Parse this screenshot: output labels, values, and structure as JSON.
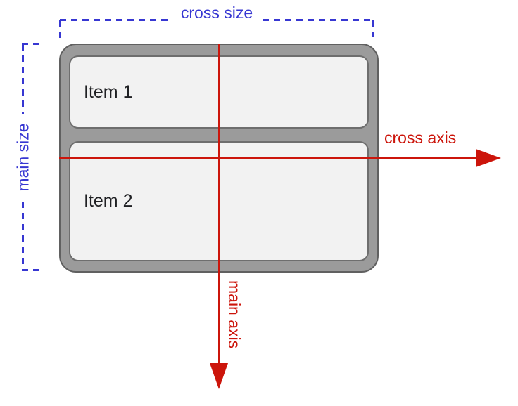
{
  "colors": {
    "measurement_blue": "#3737d2",
    "axis_red": "#cc150b",
    "container_fill": "#9b9b9b",
    "container_border": "#606060",
    "item_fill": "#f2f2f2",
    "item_border": "#6e6e6e",
    "item_text": "#202124",
    "background": "#ffffff"
  },
  "measurements": {
    "cross_size": "cross size",
    "main_size": "main size"
  },
  "axes": {
    "cross_axis": "cross axis",
    "main_axis": "main axis"
  },
  "container": {
    "items": [
      {
        "label": "Item 1"
      },
      {
        "label": "Item 2"
      }
    ]
  }
}
